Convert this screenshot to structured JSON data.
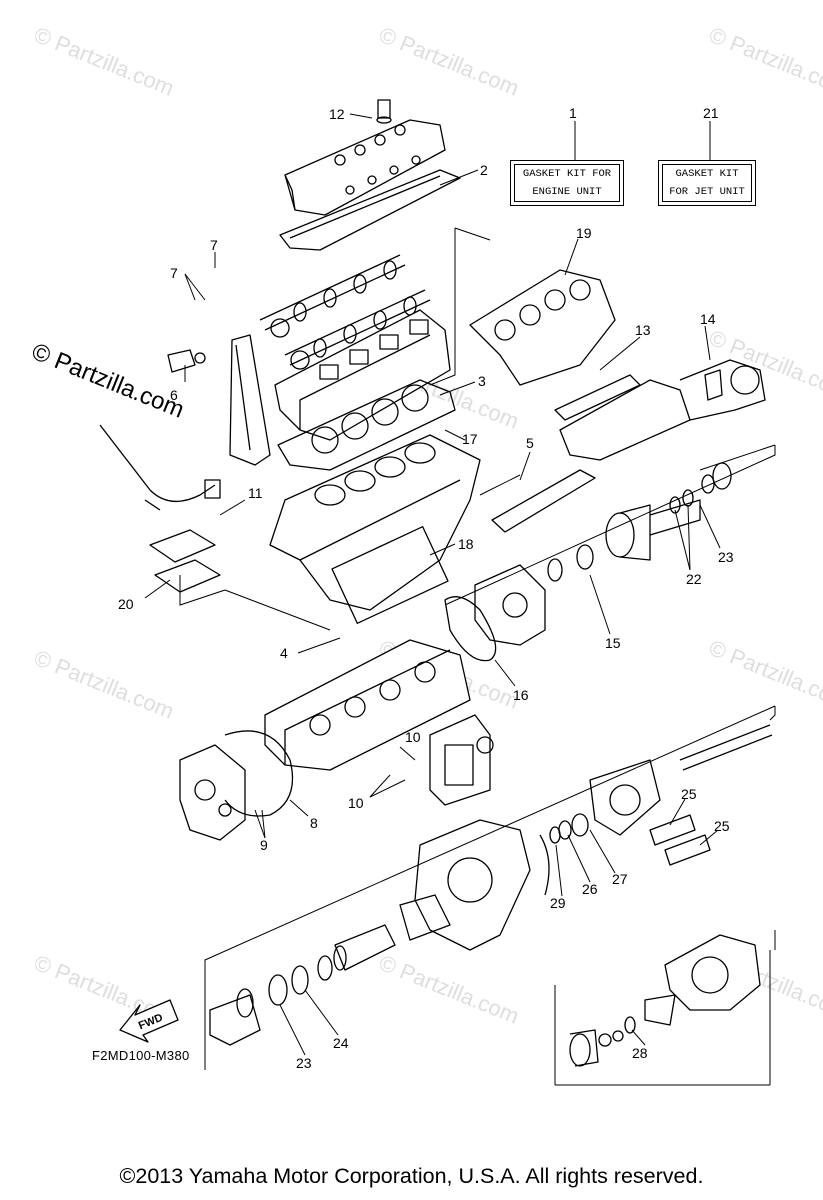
{
  "watermark_text": "© Partzilla.com",
  "copyright_stamp": "© Partzilla.com",
  "footer": "©2013  Yamaha Motor Corporation, U.S.A. All rights reserved.",
  "diagram_code": "F2MD100-M380",
  "fwd_label": "FWD",
  "kit_boxes": {
    "engine": {
      "line1": "GASKET KIT FOR",
      "line2": "ENGINE UNIT"
    },
    "jet": {
      "line1": "GASKET KIT",
      "line2": "FOR JET UNIT"
    }
  },
  "callouts": [
    "1",
    "2",
    "3",
    "4",
    "5",
    "6",
    "7",
    "7",
    "8",
    "9",
    "10",
    "10",
    "11",
    "12",
    "13",
    "14",
    "15",
    "16",
    "17",
    "18",
    "19",
    "20",
    "21",
    "22",
    "23",
    "23",
    "24",
    "25",
    "25",
    "26",
    "27",
    "28",
    "29"
  ]
}
